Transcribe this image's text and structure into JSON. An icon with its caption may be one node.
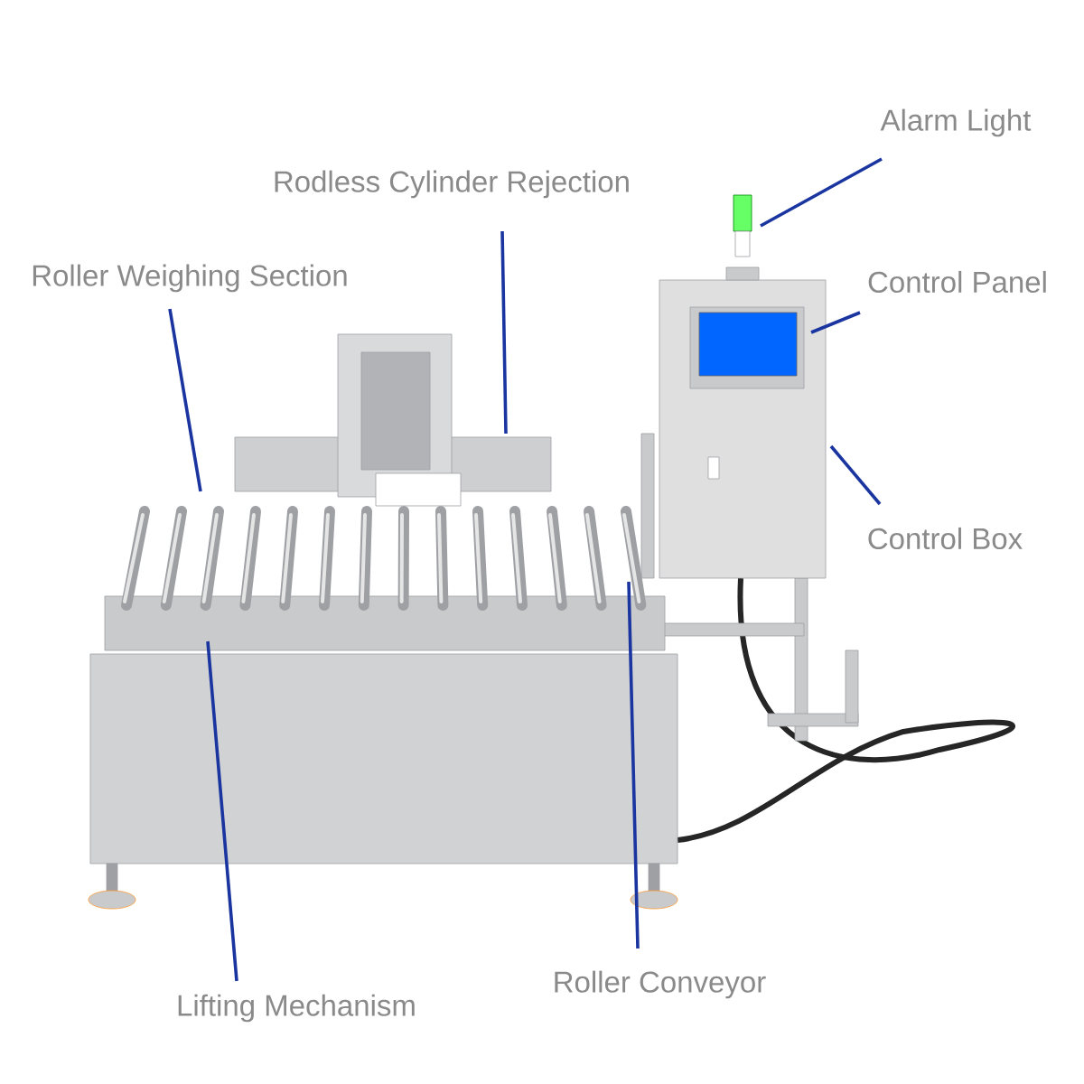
{
  "diagram": {
    "nodes": [
      {
        "text": [
          "Alarm Light"
        ]
      },
      {
        "text": [
          "Rodless Cylinder Rejection"
        ]
      },
      {
        "text": [
          "Roller Weighing Section"
        ]
      },
      {
        "text": [
          "Control Panel"
        ]
      },
      {
        "text": [
          "Control Box"
        ]
      },
      {
        "text": [
          "Lifting Mechanism"
        ]
      },
      {
        "text": [
          "Roller Conveyor"
        ]
      }
    ],
    "edges": [
      {
        "from": 0,
        "to": null,
        "arrow": "none"
      },
      {
        "from": 1,
        "to": null,
        "arrow": "none"
      },
      {
        "from": 2,
        "to": null,
        "arrow": "none"
      },
      {
        "from": 3,
        "to": null,
        "arrow": "none"
      },
      {
        "from": 4,
        "to": null,
        "arrow": "none"
      },
      {
        "from": 5,
        "to": null,
        "arrow": "none"
      },
      {
        "from": 6,
        "to": null,
        "arrow": "none"
      }
    ]
  }
}
